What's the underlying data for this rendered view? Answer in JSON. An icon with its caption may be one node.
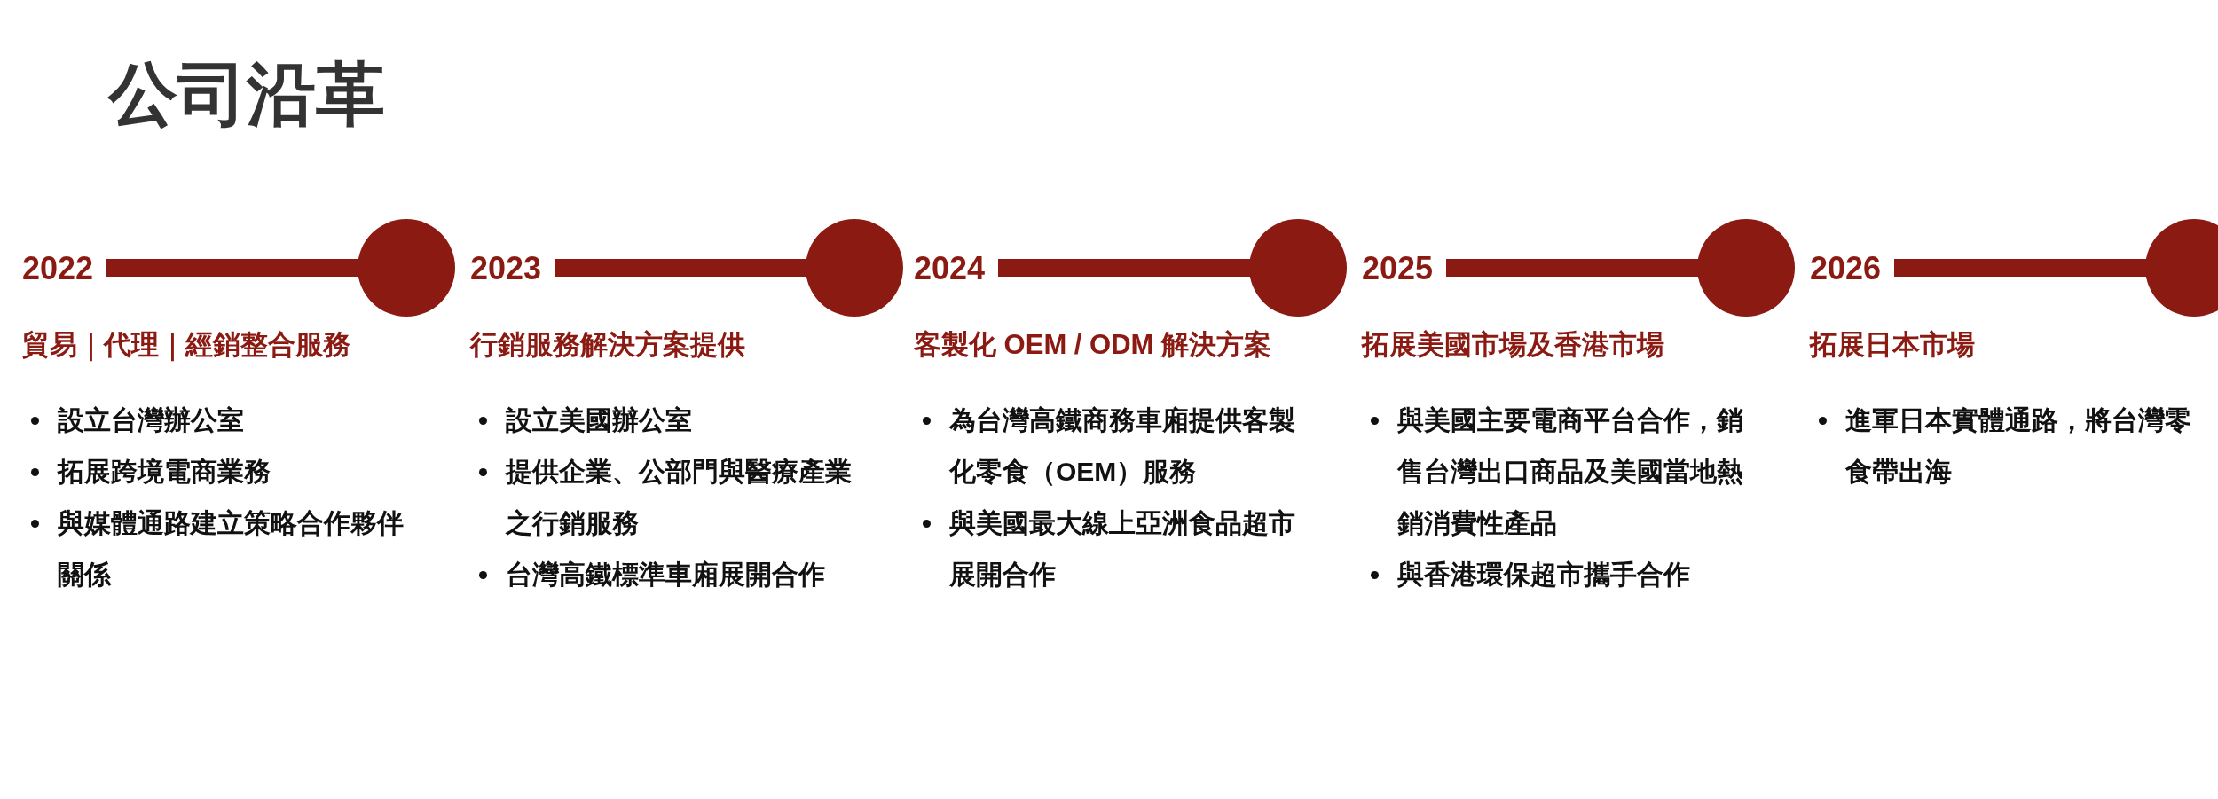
{
  "diagram": {
    "title": "公司沿革",
    "labels": [
      "2022",
      "貿易｜代理｜經銷整合服務",
      "設立台灣辦公室",
      "拓展跨境電商業務",
      "與媒體通路建立策略合作夥伴關係",
      "2023",
      "行銷服務解決方案提供",
      "設立美國辦公室",
      "提供企業、公部門與醫療產業之行銷服務",
      "台灣高鐵標準車廂展開合作",
      "2024",
      "客製化 OEM / ODM 解決方案",
      "為台灣高鐵商務車廂提供客製化零食（OEM）服務",
      "與美國最大線上亞洲食品超市展開合作",
      "2025",
      "拓展美國市場及香港市場",
      "與美國主要電商平台合作，銷售台灣出口商品及美國當地熱銷消費性產品",
      "與香港環保超市攜手合作",
      "2026",
      "拓展日本市場",
      "進軍日本實體通路，將台灣零食帶出海"
    ]
  }
}
